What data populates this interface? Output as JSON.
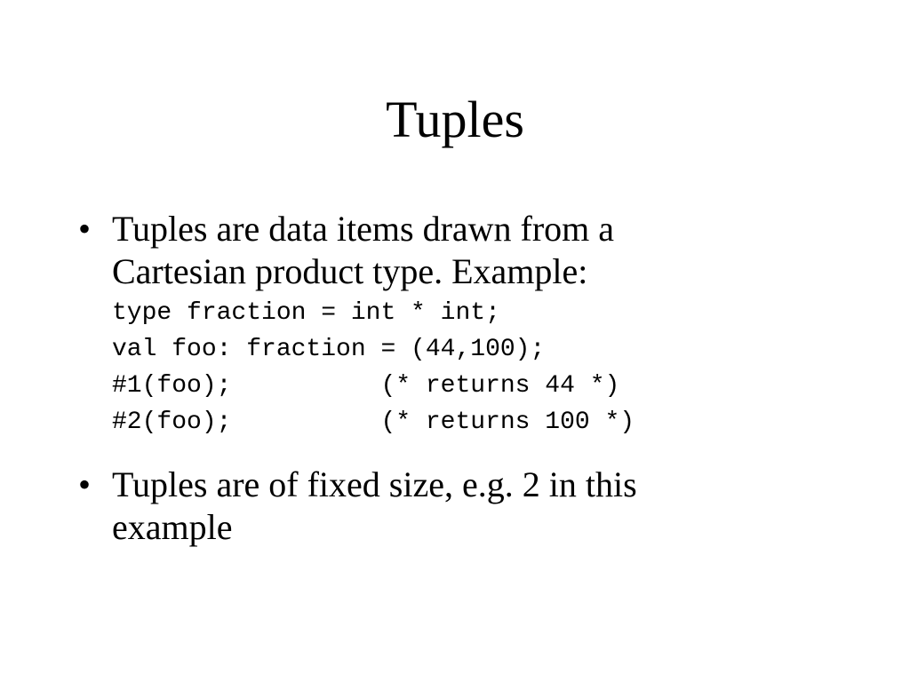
{
  "slide": {
    "title": "Tuples",
    "bullets": [
      {
        "lines": [
          "Tuples are data items drawn from a",
          "Cartesian product type.  Example:"
        ],
        "code": [
          "type fraction = int * int;",
          "val foo: fraction = (44,100);",
          "#1(foo);          (* returns 44 *)",
          "#2(foo);          (* returns 100 *)"
        ]
      },
      {
        "lines": [
          "Tuples are of fixed size, e.g. 2 in this",
          "example"
        ]
      }
    ],
    "bullet_glyph": "•"
  }
}
